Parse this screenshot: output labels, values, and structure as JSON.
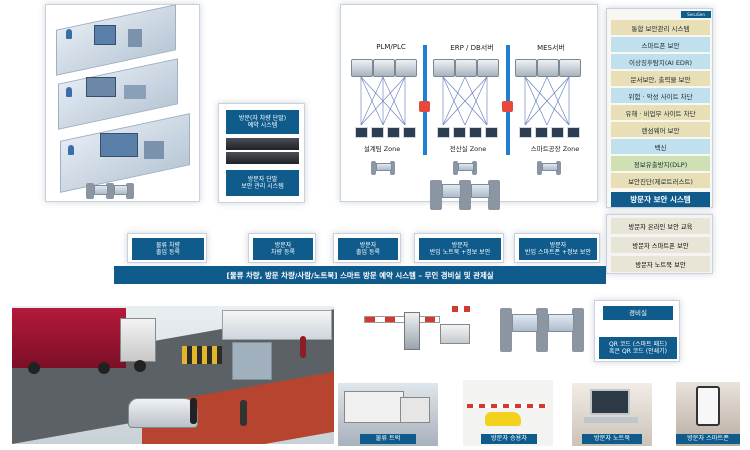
{
  "top_left": {
    "labels": [
      "",
      "",
      "",
      "",
      "",
      ""
    ]
  },
  "visitor_stack": {
    "vehicle_reservation": "방문(자 차량 단말)\n예약 시스템",
    "visitor_terminal": "방문자 단말\n보안 관리 시스템"
  },
  "zones": {
    "plm": "PLM/PLC",
    "erp": "ERP / DB서버",
    "mes": "MES서버",
    "design": "설계팀 Zone",
    "it": "전산실 Zone",
    "smart": "스마트공장 Zone"
  },
  "security_stack": {
    "items": [
      "통합 보안관리 시스템",
      "스마트폰 보안",
      "이상징후탐지(AI EDR)",
      "문서보안, 출력물 보안",
      "위험 · 악성 사이트 차단",
      "유해 · 비업무 사이트 차단",
      "랜섬웨어 보안",
      "백신",
      "정보유출방지(DLP)",
      "보안진단(제로트러스트)"
    ],
    "title": "방문자 보안 시스템",
    "badge": "SecuGen"
  },
  "visitor_services": [
    "방문자 온라인 보안 교육",
    "방문자 스마트폰 보안",
    "방문자 노트북 보안"
  ],
  "registrations": [
    "물류 차량\n출입 등록",
    "방문자\n차량 등록",
    "방문자\n출입 등록",
    "방문자\n반입 노트북 +정보 보안",
    "방문자\n반입 스마트폰 +정보 보안"
  ],
  "banner": "[물류 차량, 방문 차량/사람/노트북] 스마트 방문 예약 시스템 – 무인 경비실 및 관제실",
  "guardroom": {
    "title": "경비실",
    "qr": "QR 코드 (스마트 패드)\n혹은 QR 코드 (인쇄기)"
  },
  "thumbnails": [
    "물류 트럭",
    "방문자 승용차",
    "방문자 노트북",
    "방문자 스마트폰"
  ],
  "colors": {
    "accent": "#0e5b8c",
    "stack_beige": "#e8dfb6",
    "stack_blue": "#bfe0ec",
    "stack_green": "#cfe0b4"
  }
}
